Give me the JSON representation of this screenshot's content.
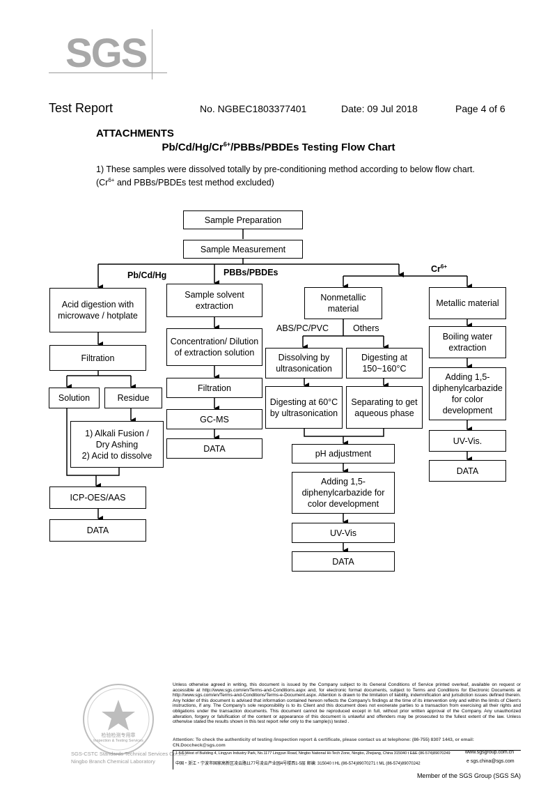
{
  "logo": {
    "text": "SGS"
  },
  "header": {
    "title": "Test Report",
    "number": "No. NGBEC1803377401",
    "date": "Date: 09 Jul 2018",
    "page": "Page 4 of 6"
  },
  "attachments": "ATTACHMENTS",
  "chart_title": {
    "prefix": "Pb/Cd/Hg/Cr",
    "sup": "6+",
    "suffix": "/PBBs/PBDEs Testing Flow Chart"
  },
  "note": {
    "line1": "1) These samples were dissolved totally by pre-conditioning method according to below flow chart.",
    "line2_prefix": "(Cr",
    "line2_sup": "6+",
    "line2_suffix": " and PBBs/PBDEs test method excluded)"
  },
  "flow": {
    "sample_preparation": "Sample Preparation",
    "sample_measurement": "Sample Measurement",
    "branch_pbcdhg": "Pb/Cd/Hg",
    "branch_pbbs": "PBBs/PBDEs",
    "branch_cr_prefix": "Cr",
    "branch_cr_sup": "6+",
    "acid_digestion": "Acid digestion with microwave / hotplate",
    "filtration_1": "Filtration",
    "solution": "Solution",
    "residue": "Residue",
    "alkali_line1": "1) Alkali Fusion /",
    "alkali_line2": "Dry Ashing",
    "alkali_line3": "2) Acid to dissolve",
    "icp": "ICP-OES/AAS",
    "data_1": "DATA",
    "solvent_extraction": "Sample solvent extraction",
    "concentration": "Concentration/ Dilution of extraction solution",
    "filtration_2": "Filtration",
    "gcms": "GC-MS",
    "data_2": "DATA",
    "nonmetallic": "Nonmetallic material",
    "abs_label": "ABS/PC/PVC",
    "others_label": "Others",
    "dissolving": "Dissolving by ultrasonication",
    "digesting_150": "Digesting at 150~160°C",
    "digesting_60": "Digesting at 60°C by ultrasonication",
    "separating": "Separating to get aqueous phase",
    "ph": "pH adjustment",
    "adding_center": "Adding 1,5-diphenylcarbazide for color development",
    "uvvis_center": "UV-Vis",
    "data_3": "DATA",
    "metallic": "Metallic material",
    "boiling": "Boiling water extraction",
    "adding_right": "Adding 1,5-diphenylcarbazide for color development",
    "uvvis_right": "UV-Vis.",
    "data_4": "DATA"
  },
  "footer": {
    "disclaimer": "Unless otherwise agreed in writing, this document is issued by the Company subject to its General Conditions of Service printed overleaf, available on request or accessible at http://www.sgs.com/en/Terms-and-Conditions.aspx and, for electronic format documents, subject to Terms and Conditions for Electronic Documents at http://www.sgs.com/en/Terms-and-Conditions/Terms-e-Document.aspx. Attention is drawn to the limitation of liability, indemnification and jurisdiction issues defined therein. Any holder of this document is advised that information contained hereon reflects the Company's findings at the time of its intervention only and within the limits of Client's instructions, if any. The Company's sole responsibility is to its Client and this document does not exonerate parties to a transaction from exercising all their rights and obligations under the transaction documents. This document cannot be reproduced except in full, without prior written approval of the Company. Any unauthorized alteration, forgery or falsification of the content or appearance of this document is unlawful and offenders may be prosecuted to the fullest extent of the law. Unless otherwise stated the results shown in this test report refer only to the sample(s) tested .",
    "attention": "Attention: To check the authenticity of testing /inspection report & certificate, please contact us at telephone: (86-755) 8307 1443, or email: CN.Doccheck@sgs.com",
    "address_en": "1-5/F West of Building 4, Lingyun Industry Park, No.1177 Lingyun Road, Ningbo National Hi-Tech Zone, Ningbo, Zhejiang, China   315040   t E&E (86-574)89070249",
    "website": "www.sgsgroup.com.cn",
    "address_cn": "中国・浙江・宁波市国家高新区凌云路1177号凌云产业园4号楼西1-5层       邮编: 315040   t HL  (86-574)89070271   t ML  (86-574)89070242",
    "email": "e  sgs.china@sgs.com",
    "seal_en": "Inspection & Testing Services",
    "seal_cn": "检验检测专用章",
    "company_line1": "SGS-CSTC Standards Technical Services Co.,Ltd.",
    "company_line2": "Ningbo Branch Chemical Laboratory",
    "member": "Member of the SGS Group (SGS SA)"
  }
}
